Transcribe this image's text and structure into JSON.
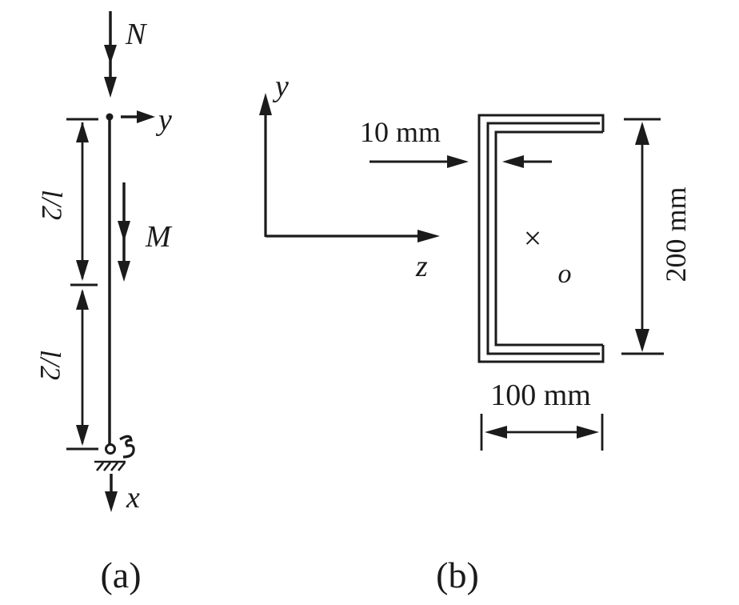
{
  "panel_a": {
    "caption": "(a)",
    "force_axial_label": "N",
    "force_mid_label": "M",
    "axis_y_label": "y",
    "axis_x_label": "x",
    "dim_upper_label": "l/2",
    "dim_lower_label": "l/2"
  },
  "panel_b": {
    "caption": "(b)",
    "axis_y_label": "y",
    "axis_z_label": "z",
    "thickness_dim_label": "10 mm",
    "height_dim_label": "200 mm",
    "width_dim_label": "100 mm",
    "centroid_marker": "×",
    "centroid_point_label": "o"
  },
  "colors": {
    "ink": "#1b1b1b",
    "background": "#ffffff"
  }
}
